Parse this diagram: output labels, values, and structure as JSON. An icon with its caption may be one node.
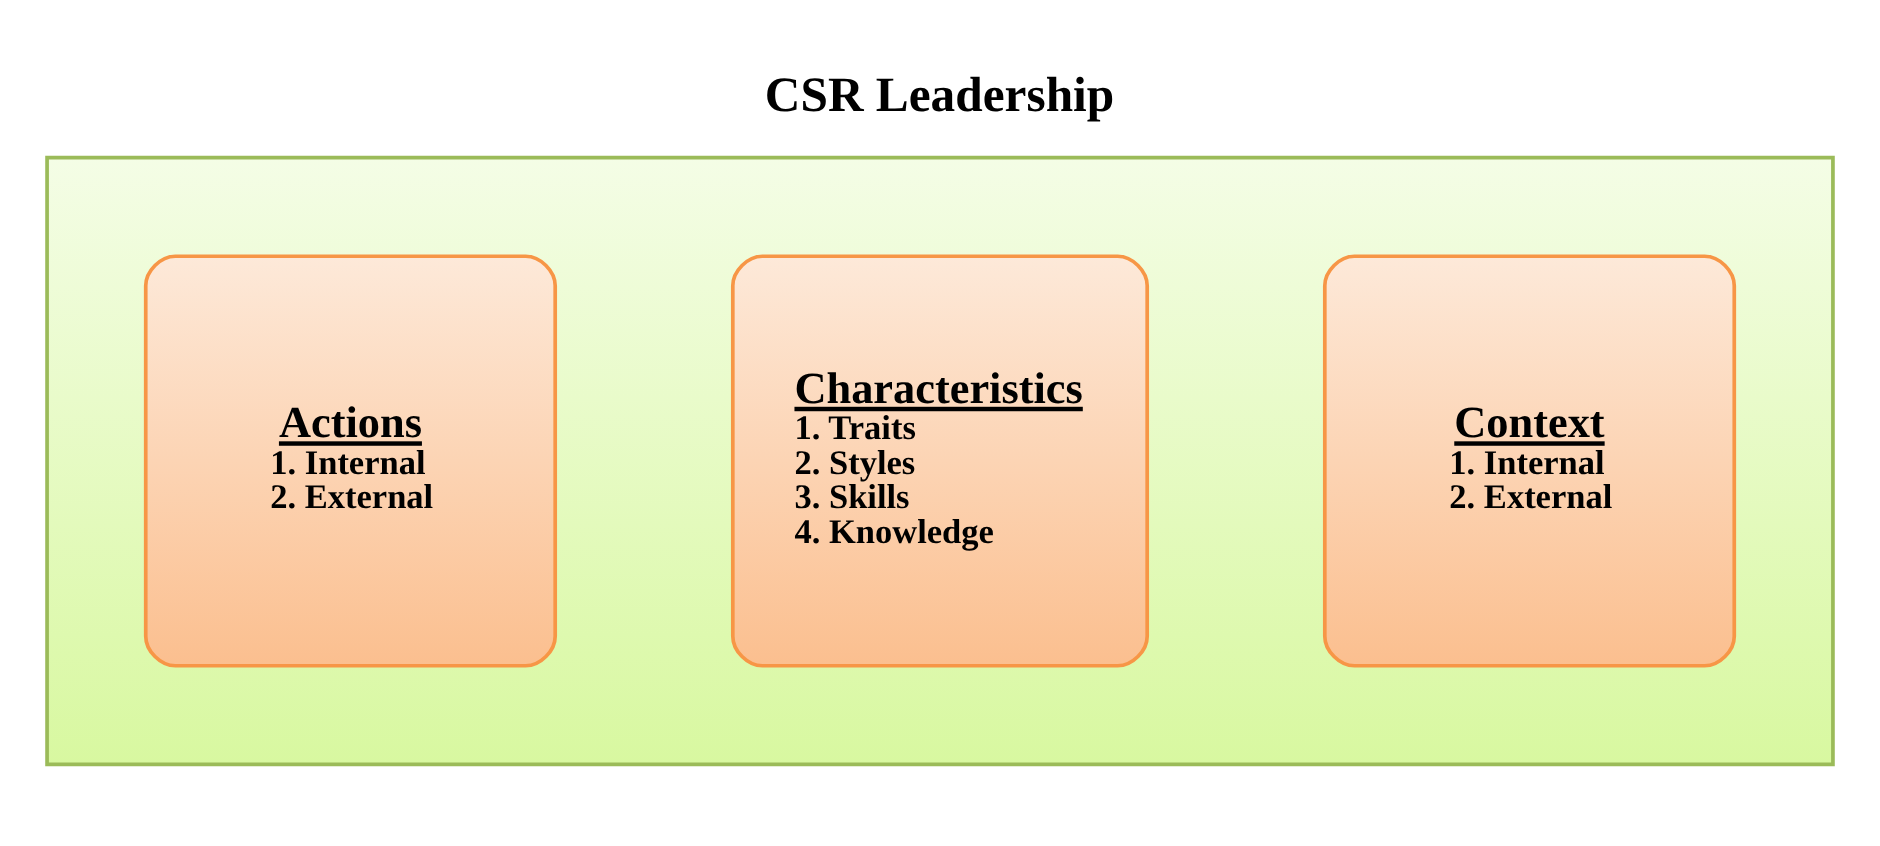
{
  "diagram": {
    "title": "CSR Leadership",
    "nodes": [
      {
        "text": [],
        "shape": "box"
      },
      {
        "text": [
          "Context",
          "1. Internal",
          "2. External"
        ],
        "in": 0
      },
      {
        "text": [
          "Characteristics",
          "1. Traits",
          "2. Styles",
          "3. Skills",
          "4. Knowledge"
        ],
        "in": 0
      },
      {
        "text": [
          "Actions",
          "1. Internal",
          "2. External"
        ],
        "in": 0
      }
    ],
    "edges": []
  }
}
